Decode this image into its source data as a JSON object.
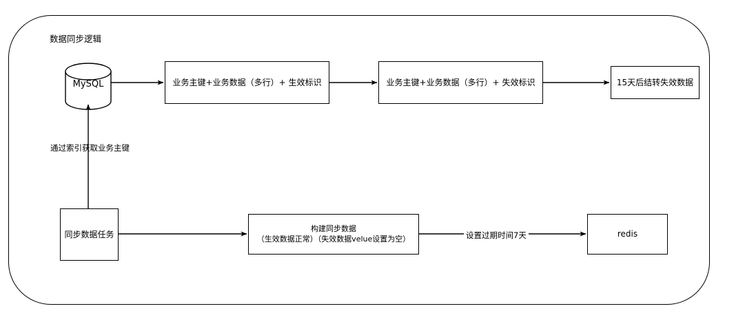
{
  "diagram": {
    "title": "数据同步逻辑",
    "type": "flowchart",
    "background": "#ffffff",
    "stroke_color": "#000000",
    "nodes": [
      {
        "id": "mysql",
        "shape": "cylinder",
        "label": "MySQL"
      },
      {
        "id": "box1",
        "shape": "rectangle",
        "label": "业务主键+业务数据（多行）+ 生效标识"
      },
      {
        "id": "box2",
        "shape": "rectangle",
        "label": "业务主键+业务数据（多行）+ 失效标识"
      },
      {
        "id": "box3",
        "shape": "rectangle",
        "label": "15天后结转失效数据"
      },
      {
        "id": "task",
        "shape": "rectangle",
        "label": "同步数据任务"
      },
      {
        "id": "build",
        "shape": "rectangle",
        "label": "构建同步数据\n（生效数据正常）（失效数据velue设置为空）"
      },
      {
        "id": "redis",
        "shape": "rectangle",
        "label": "redis"
      }
    ],
    "edges": [
      {
        "id": "mysql-to-box1",
        "from": "mysql",
        "to": "box1",
        "label": ""
      },
      {
        "id": "box1-to-box2",
        "from": "box1",
        "to": "box2",
        "label": ""
      },
      {
        "id": "box2-to-box3",
        "from": "box2",
        "to": "box3",
        "label": ""
      },
      {
        "id": "task-to-mysql",
        "from": "task",
        "to": "mysql",
        "label": "通过索引获取业务主键"
      },
      {
        "id": "task-to-build",
        "from": "task",
        "to": "build",
        "label": ""
      },
      {
        "id": "build-to-redis",
        "from": "build",
        "to": "redis",
        "label": "设置过期时间7天"
      }
    ]
  }
}
